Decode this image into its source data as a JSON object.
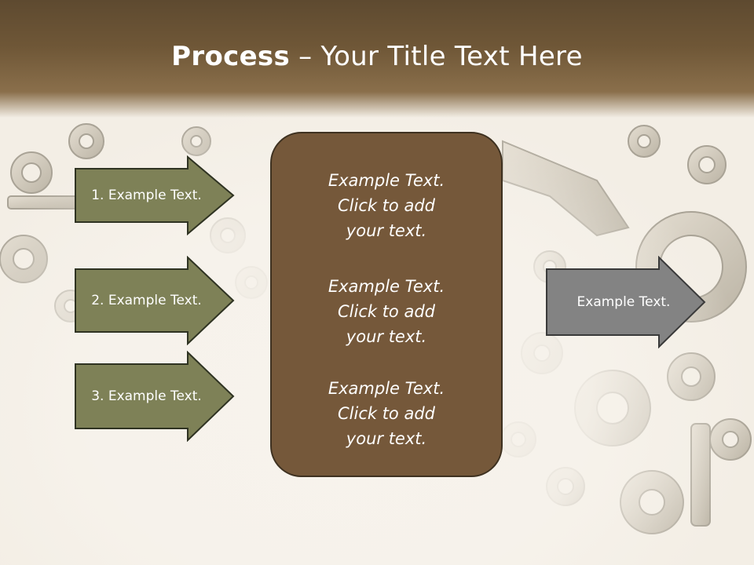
{
  "slide": {
    "title_bold": "Process",
    "title_rest": " – Your Title Text Here"
  },
  "left_arrows": [
    {
      "label": "1. Example Text."
    },
    {
      "label": "2. Example Text."
    },
    {
      "label": "3. Example Text."
    }
  ],
  "center_box": {
    "blocks": [
      {
        "line1": "Example Text.",
        "line2": "Click  to add",
        "line3": "your text."
      },
      {
        "line1": "Example Text.",
        "line2": "Click  to add",
        "line3": "your text."
      },
      {
        "line1": "Example Text.",
        "line2": "Click  to add",
        "line3": "your text."
      }
    ]
  },
  "right_arrow": {
    "label": "Example Text."
  },
  "colors": {
    "left_arrow_fill": "#7e8157",
    "center_box_fill": "#75583a",
    "right_arrow_fill": "#838383",
    "title_band": "#6b5335"
  }
}
